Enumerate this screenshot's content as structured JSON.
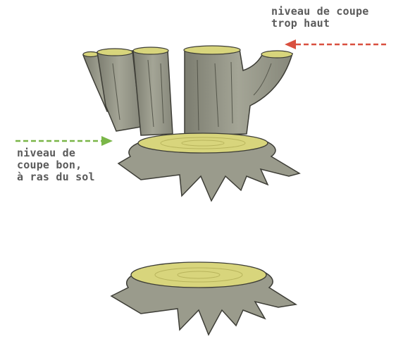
{
  "annotations": {
    "cut_too_high": {
      "lines": [
        "niveau de coupe",
        "trop haut"
      ],
      "arrow_color": "#d9503f"
    },
    "cut_good": {
      "lines": [
        "niveau de",
        "coupe bon,",
        "à ras du sol"
      ],
      "arrow_color": "#7ab648"
    }
  },
  "colors": {
    "bark": "#9a9b8c",
    "bark_dark": "#6f7064",
    "cut_surface": "#d8d57c",
    "outline": "#3d3d36",
    "text": "#5a5a5a"
  }
}
